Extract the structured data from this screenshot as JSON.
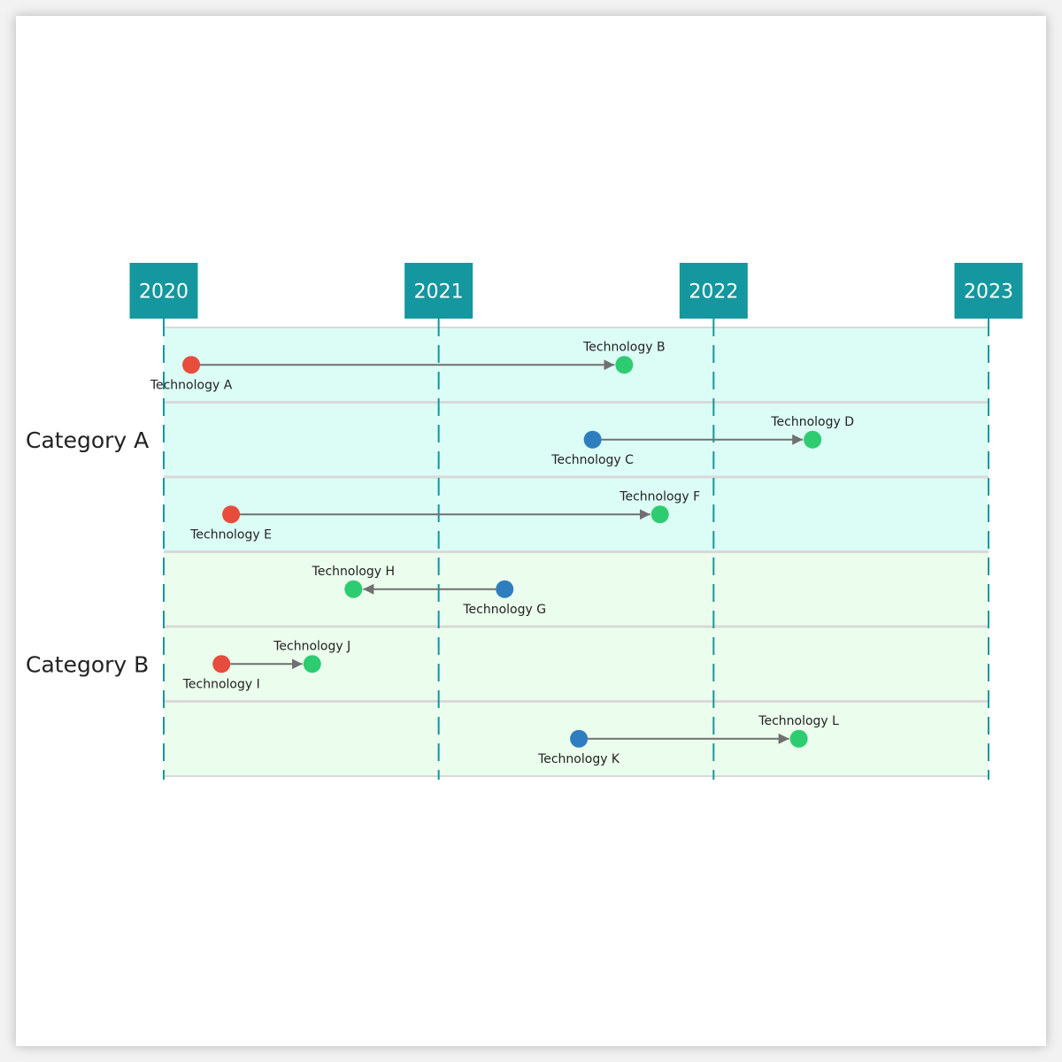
{
  "chart_data": {
    "type": "timeline",
    "x_domain": [
      2020,
      2023
    ],
    "years": [
      "2020",
      "2021",
      "2022",
      "2023"
    ],
    "colors": {
      "year_box": "#14979f",
      "year_line": "#14979f",
      "category_a_bg": "#dcfdf5",
      "category_b_bg": "#ebfdec",
      "row_divider": "#d9d9d9",
      "arrow": "#707070",
      "red": "#e74c3c",
      "blue": "#2e7ebf",
      "green": "#2ecc71"
    },
    "categories": [
      {
        "name": "Category A",
        "bg": "category_a_bg",
        "rows": [
          {
            "from": {
              "label": "Technology A",
              "x": 2020.1,
              "color": "red"
            },
            "to": {
              "label": "Technology B",
              "x": 2021.675,
              "color": "green"
            }
          },
          {
            "from": {
              "label": "Technology C",
              "x": 2021.56,
              "color": "blue"
            },
            "to": {
              "label": "Technology D",
              "x": 2022.36,
              "color": "green"
            }
          },
          {
            "from": {
              "label": "Technology E",
              "x": 2020.245,
              "color": "red"
            },
            "to": {
              "label": "Technology F",
              "x": 2021.805,
              "color": "green"
            }
          }
        ]
      },
      {
        "name": "Category B",
        "bg": "category_b_bg",
        "rows": [
          {
            "from": {
              "label": "Technology G",
              "x": 2021.24,
              "color": "blue"
            },
            "to": {
              "label": "Technology H",
              "x": 2020.69,
              "color": "green"
            }
          },
          {
            "from": {
              "label": "Technology I",
              "x": 2020.21,
              "color": "red"
            },
            "to": {
              "label": "Technology J",
              "x": 2020.54,
              "color": "green"
            }
          },
          {
            "from": {
              "label": "Technology K",
              "x": 2021.51,
              "color": "blue"
            },
            "to": {
              "label": "Technology L",
              "x": 2022.31,
              "color": "green"
            }
          }
        ]
      }
    ]
  }
}
